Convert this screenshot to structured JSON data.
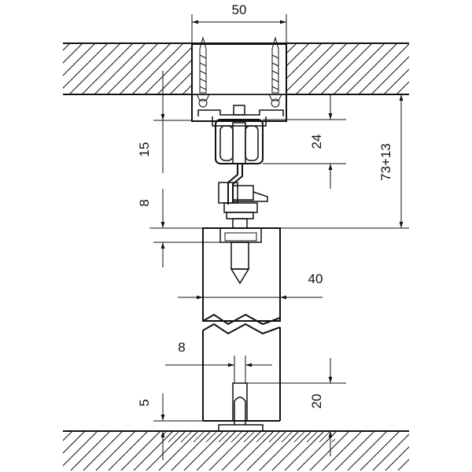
{
  "diagram": {
    "dimensions": {
      "track_width": "50",
      "mount_height": "15",
      "track_height": "24",
      "total_height": "73+13",
      "gap": "8",
      "door_thickness": "40",
      "guide_width": "8",
      "floor_gap": "5",
      "guide_depth": "20"
    }
  }
}
